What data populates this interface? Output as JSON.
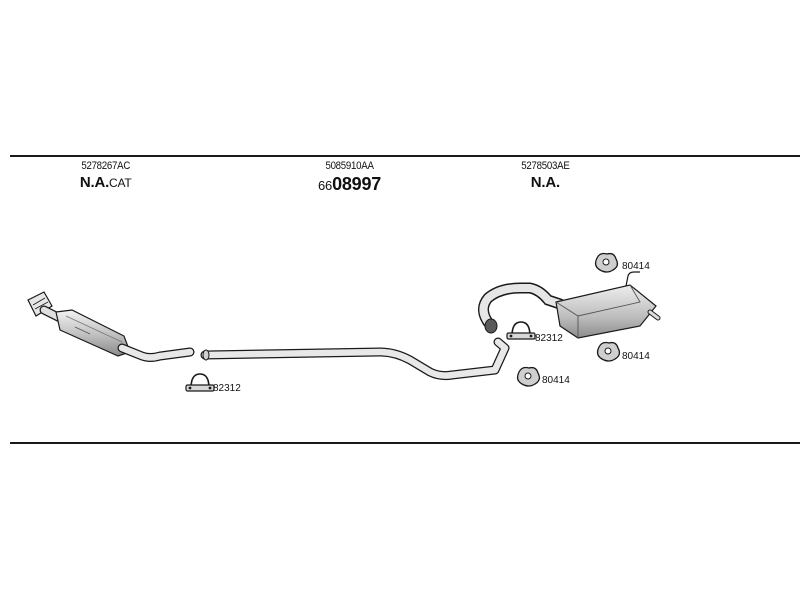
{
  "parts": {
    "cat": {
      "number": "5278267AC",
      "code_main": "N.A.",
      "code_suffix": "CAT"
    },
    "mid": {
      "number": "5085910AA",
      "code_prefix": "66",
      "code_main": "08997"
    },
    "rear": {
      "number": "5278503AE",
      "code_main": "N.A."
    }
  },
  "callouts": {
    "clamp_left": "82312",
    "clamp_right": "82312",
    "hanger_mid": "80414",
    "hanger_top": "80414",
    "hanger_bottom": "80414"
  },
  "colors": {
    "line": "#1a1a1a",
    "part_fill": "#d9d9d9",
    "part_shade": "#a8a8a8"
  }
}
